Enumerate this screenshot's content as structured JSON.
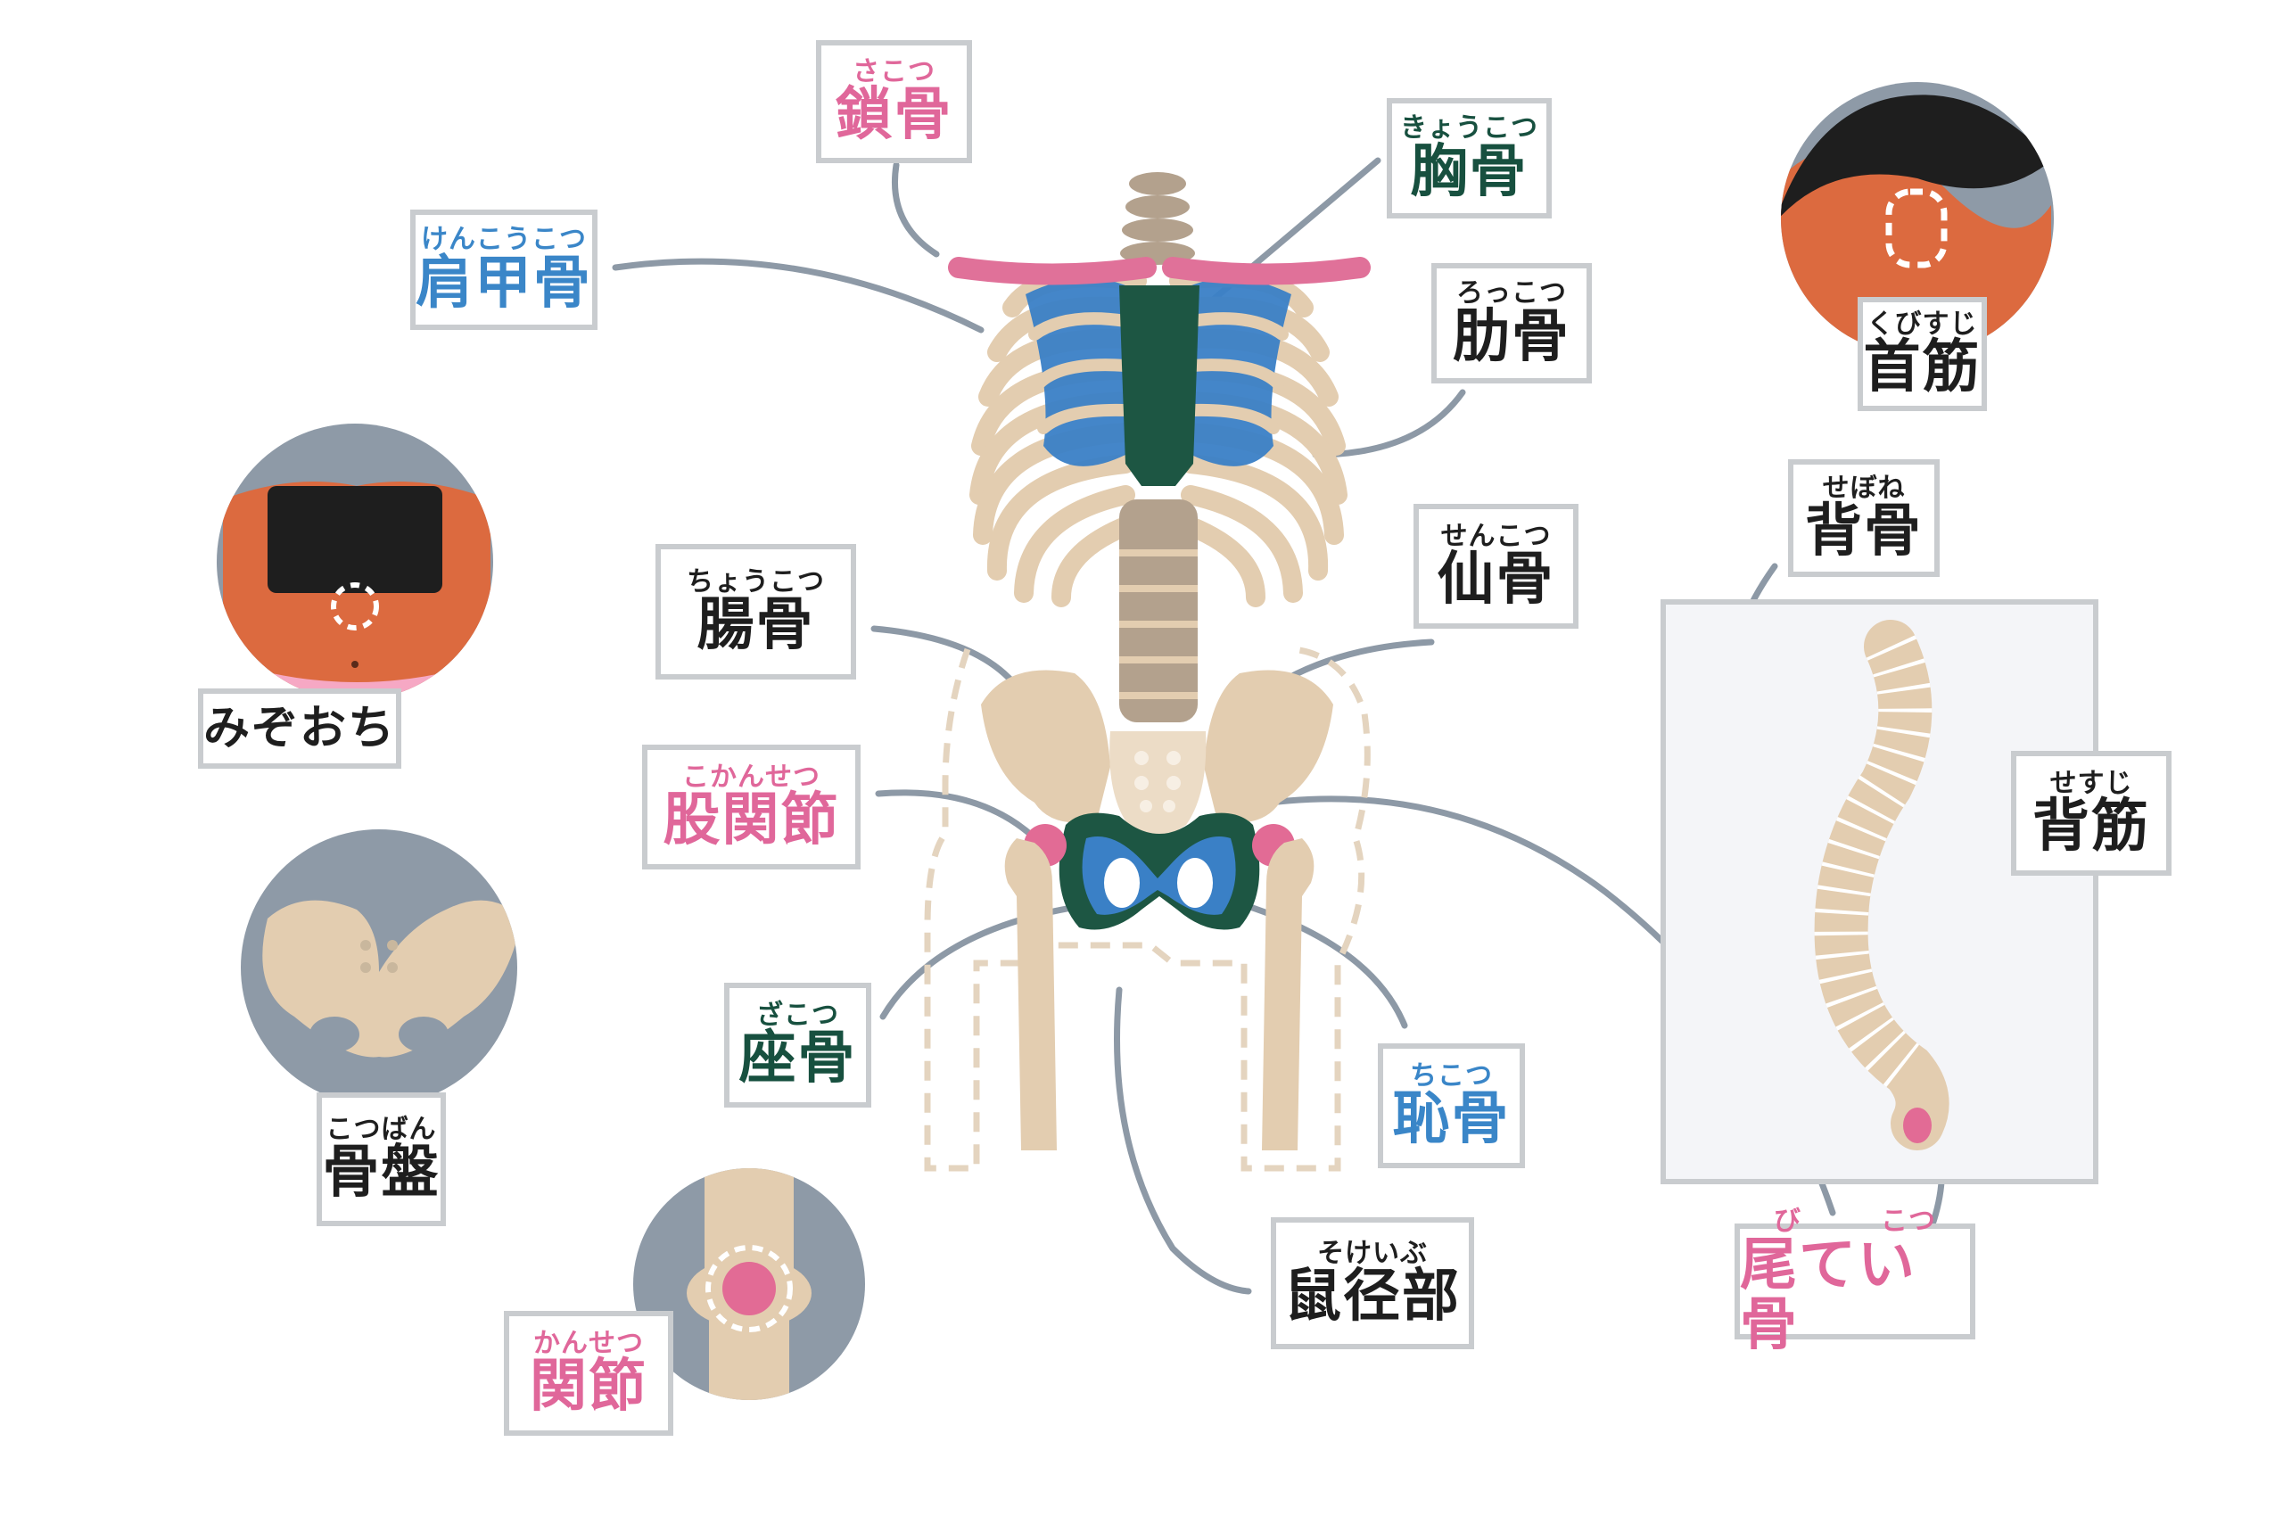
{
  "labels": {
    "clavicle": {
      "ruby": "さこつ",
      "kanji": "鎖骨"
    },
    "sternum": {
      "ruby": "きょうこつ",
      "kanji": "胸骨"
    },
    "scapula": {
      "ruby": "けんこうこつ",
      "kanji": "肩甲骨"
    },
    "rib": {
      "ruby": "ろっこつ",
      "kanji": "肋骨"
    },
    "nape": {
      "ruby": "くびすじ",
      "kanji": "首筋"
    },
    "solar_plexus": {
      "text": "みぞおち"
    },
    "spine": {
      "ruby": "せぼね",
      "kanji": "背骨"
    },
    "ilium": {
      "ruby": "ちょうこつ",
      "kanji": "腸骨"
    },
    "sacrum": {
      "ruby": "せんこつ",
      "kanji": "仙骨"
    },
    "hip_joint": {
      "ruby": "こかんせつ",
      "kanji": "股関節"
    },
    "back_muscle": {
      "ruby": "せすじ",
      "kanji": "背筋"
    },
    "pelvis": {
      "ruby": "こつばん",
      "kanji": "骨盤"
    },
    "ischium": {
      "ruby": "ざこつ",
      "kanji": "座骨"
    },
    "pubis": {
      "ruby": "ちこつ",
      "kanji": "恥骨"
    },
    "groin": {
      "ruby": "そけいぶ",
      "kanji": "鼠径部"
    },
    "joint": {
      "ruby": "かんせつ",
      "kanji": "関節"
    },
    "coccyx": {
      "ruby_1": "び",
      "ruby_2": "こつ",
      "kanji": "尾てい骨"
    }
  },
  "colors": {
    "leader": "#8d99a6",
    "bone": "#e3cdb0",
    "bone_outline": "#d9bf9d",
    "spine_core": "#b3a18d",
    "sternum": "#1d5643",
    "scapula": "#3a80c6",
    "clavicle": "#e07199",
    "pink_accent": "#e26b95",
    "skin": "#dc6a3f",
    "circle_bg": "#8e9aa7",
    "panel_bg": "#f4f5f8",
    "panel_border": "#c9cccf"
  }
}
